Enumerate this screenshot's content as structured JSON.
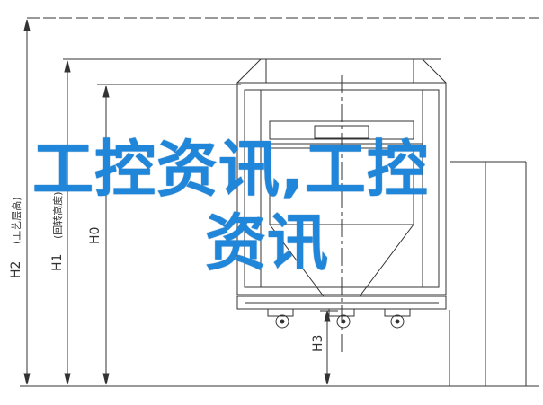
{
  "diagram": {
    "dim_labels": {
      "h2": "H2",
      "h1": "H1",
      "h0": "H0",
      "h3": "H3"
    },
    "side_notes": {
      "h2_note": "(工艺层高)",
      "h1_note": "(回转高度)"
    }
  },
  "overlay": {
    "line1": "工控资讯,工控",
    "line2": "资讯"
  },
  "colors": {
    "line": "#222222",
    "overlay_text": "#1f86d9"
  }
}
